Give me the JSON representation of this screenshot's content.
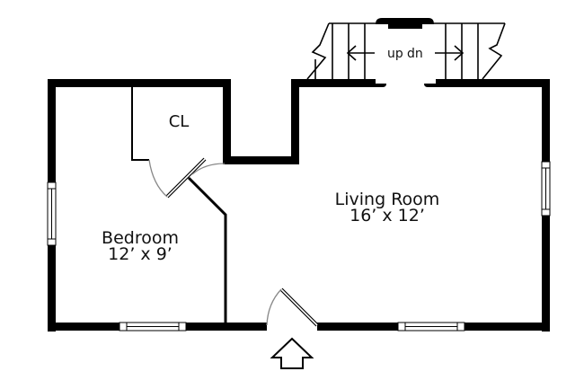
{
  "plan": {
    "stairs_up_label": "up",
    "stairs_down_label": "dn",
    "rooms": [
      {
        "name": "Living Room",
        "size": "16’ x 12’"
      },
      {
        "name": "Bedroom",
        "size": "12’ x 9’"
      },
      {
        "name": "CL",
        "size": ""
      }
    ]
  },
  "colors": {
    "wall": "#000000",
    "swing": "#888888",
    "background": "#ffffff"
  }
}
